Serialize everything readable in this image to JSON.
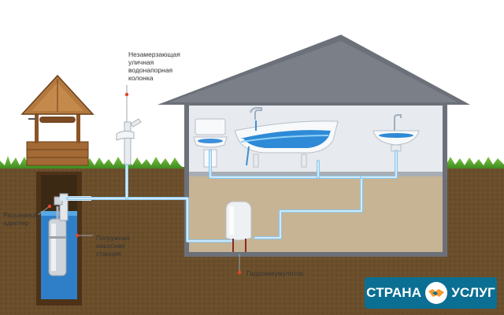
{
  "labels": {
    "street_column": "Незамерзающая\nуличная\nводонапорная\nколонка",
    "adapter": "Разъемный\nадаптер",
    "pump_station": "Погружная\nнасосная\nстанция",
    "accumulator": "Гидроаккумулятор"
  },
  "brand": {
    "left_word": "СТРАНА",
    "right_word": "УСЛУГ"
  },
  "icons": [
    "well-icon",
    "street-column-icon",
    "toilet-icon",
    "bathtub-icon",
    "sink-icon",
    "accumulator-tank-icon",
    "submersible-pump-icon",
    "handshake-icon"
  ],
  "colors": {
    "sky": "#ffffff",
    "grass": "#5cab2e",
    "soil": "#6b4f2c",
    "house_wall": "#6c7079",
    "house_interior": "#e7eaee",
    "basement": "#c7b494",
    "pipe": "#8cc8ec",
    "water": "#2e8ad6",
    "label_marker": "#e2452a",
    "brand_bg": "#0b6f93",
    "wood": "#9a6535"
  }
}
